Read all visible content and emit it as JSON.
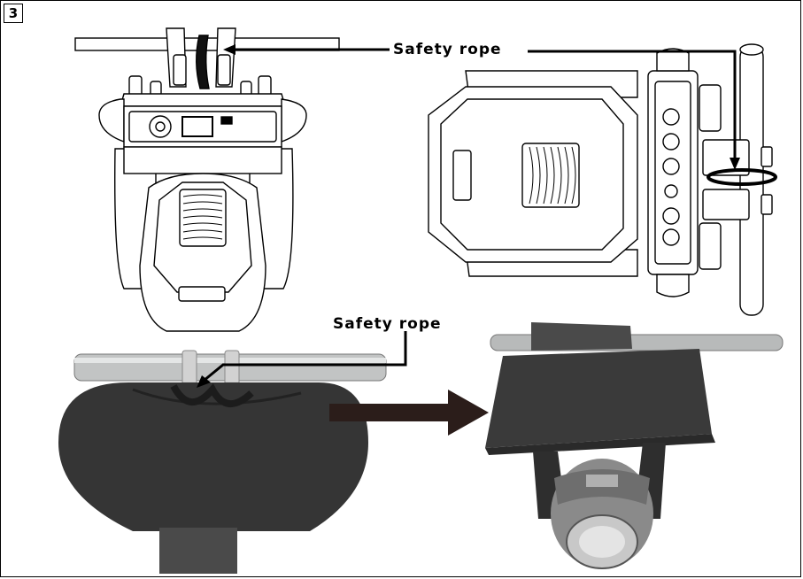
{
  "step": {
    "number": "3"
  },
  "labels": {
    "safety_rope_top": "Safety rope",
    "safety_rope_bottom": "Safety rope"
  },
  "colors": {
    "line": "#000000",
    "pipe": "#bdbdbd",
    "cover": "#3a3a3a",
    "arrow": "#2b1d1a"
  }
}
